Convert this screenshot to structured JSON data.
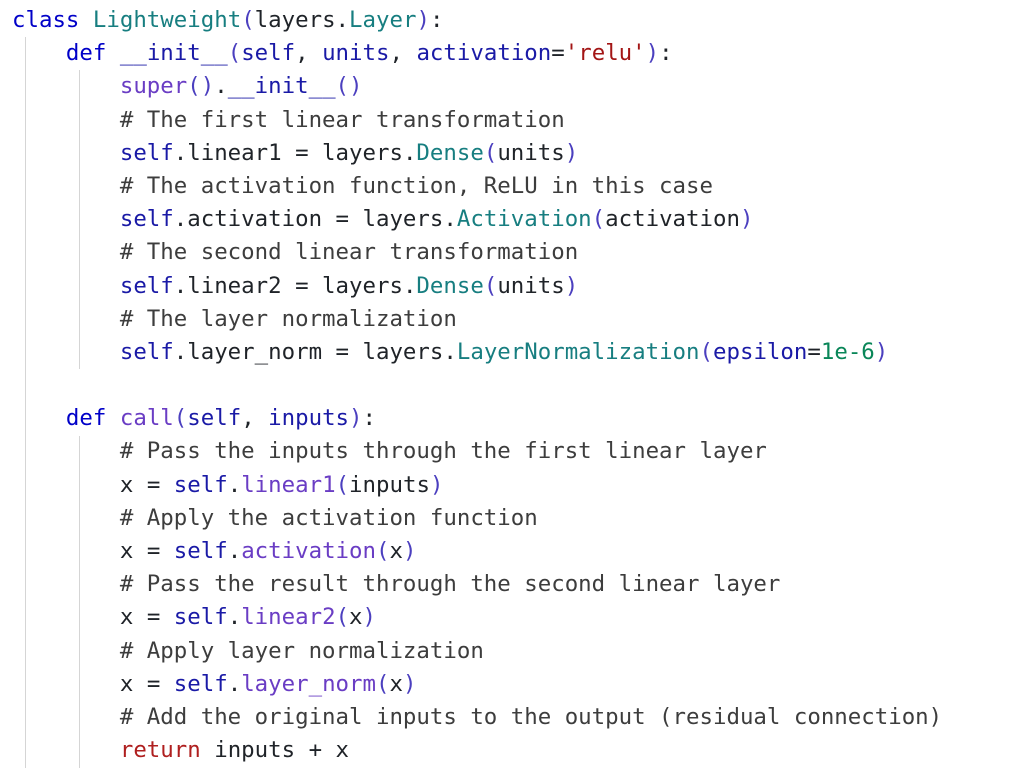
{
  "editor": {
    "indent_guide_color": "#d5d5d5",
    "lines": [
      {
        "indent": 0,
        "tokens": [
          [
            "keyword",
            "class"
          ],
          [
            "plain",
            " "
          ],
          [
            "class",
            "Lightweight"
          ],
          [
            "paren",
            "("
          ],
          [
            "plain",
            "layers."
          ],
          [
            "class",
            "Layer"
          ],
          [
            "paren",
            ")"
          ],
          [
            "plain",
            ":"
          ]
        ]
      },
      {
        "indent": 1,
        "tokens": [
          [
            "keyword",
            "def"
          ],
          [
            "plain",
            " "
          ],
          [
            "dunder",
            "__init__"
          ],
          [
            "paren",
            "("
          ],
          [
            "param",
            "self"
          ],
          [
            "plain",
            ", "
          ],
          [
            "param",
            "units"
          ],
          [
            "plain",
            ", "
          ],
          [
            "param",
            "activation"
          ],
          [
            "op",
            "="
          ],
          [
            "string",
            "'relu'"
          ],
          [
            "paren",
            ")"
          ],
          [
            "plain",
            ":"
          ]
        ]
      },
      {
        "indent": 2,
        "tokens": [
          [
            "func",
            "super"
          ],
          [
            "paren",
            "()"
          ],
          [
            "plain",
            "."
          ],
          [
            "dunder",
            "__init__"
          ],
          [
            "paren",
            "()"
          ]
        ]
      },
      {
        "indent": 2,
        "tokens": [
          [
            "comment",
            "# The first linear transformation"
          ]
        ]
      },
      {
        "indent": 2,
        "tokens": [
          [
            "param",
            "self"
          ],
          [
            "plain",
            ".linear1 "
          ],
          [
            "op",
            "="
          ],
          [
            "plain",
            " layers."
          ],
          [
            "class",
            "Dense"
          ],
          [
            "paren",
            "("
          ],
          [
            "plain",
            "units"
          ],
          [
            "paren",
            ")"
          ]
        ]
      },
      {
        "indent": 2,
        "tokens": [
          [
            "comment",
            "# The activation function, ReLU in this case"
          ]
        ]
      },
      {
        "indent": 2,
        "tokens": [
          [
            "param",
            "self"
          ],
          [
            "plain",
            ".activation "
          ],
          [
            "op",
            "="
          ],
          [
            "plain",
            " layers."
          ],
          [
            "class",
            "Activation"
          ],
          [
            "paren",
            "("
          ],
          [
            "plain",
            "activation"
          ],
          [
            "paren",
            ")"
          ]
        ]
      },
      {
        "indent": 2,
        "tokens": [
          [
            "comment",
            "# The second linear transformation"
          ]
        ]
      },
      {
        "indent": 2,
        "tokens": [
          [
            "param",
            "self"
          ],
          [
            "plain",
            ".linear2 "
          ],
          [
            "op",
            "="
          ],
          [
            "plain",
            " layers."
          ],
          [
            "class",
            "Dense"
          ],
          [
            "paren",
            "("
          ],
          [
            "plain",
            "units"
          ],
          [
            "paren",
            ")"
          ]
        ]
      },
      {
        "indent": 2,
        "tokens": [
          [
            "comment",
            "# The layer normalization"
          ]
        ]
      },
      {
        "indent": 2,
        "tokens": [
          [
            "param",
            "self"
          ],
          [
            "plain",
            ".layer_norm "
          ],
          [
            "op",
            "="
          ],
          [
            "plain",
            " layers."
          ],
          [
            "class",
            "LayerNormalization"
          ],
          [
            "paren",
            "("
          ],
          [
            "param",
            "epsilon"
          ],
          [
            "op",
            "="
          ],
          [
            "number",
            "1e-6"
          ],
          [
            "paren",
            ")"
          ]
        ]
      },
      {
        "indent": 0,
        "tokens": []
      },
      {
        "indent": 1,
        "tokens": [
          [
            "keyword",
            "def"
          ],
          [
            "plain",
            " "
          ],
          [
            "func",
            "call"
          ],
          [
            "paren",
            "("
          ],
          [
            "param",
            "self"
          ],
          [
            "plain",
            ", "
          ],
          [
            "param",
            "inputs"
          ],
          [
            "paren",
            ")"
          ],
          [
            "plain",
            ":"
          ]
        ]
      },
      {
        "indent": 2,
        "tokens": [
          [
            "comment",
            "# Pass the inputs through the first linear layer"
          ]
        ]
      },
      {
        "indent": 2,
        "tokens": [
          [
            "plain",
            "x "
          ],
          [
            "op",
            "="
          ],
          [
            "plain",
            " "
          ],
          [
            "param",
            "self"
          ],
          [
            "plain",
            "."
          ],
          [
            "func",
            "linear1"
          ],
          [
            "paren",
            "("
          ],
          [
            "plain",
            "inputs"
          ],
          [
            "paren",
            ")"
          ]
        ]
      },
      {
        "indent": 2,
        "tokens": [
          [
            "comment",
            "# Apply the activation function"
          ]
        ]
      },
      {
        "indent": 2,
        "tokens": [
          [
            "plain",
            "x "
          ],
          [
            "op",
            "="
          ],
          [
            "plain",
            " "
          ],
          [
            "param",
            "self"
          ],
          [
            "plain",
            "."
          ],
          [
            "func",
            "activation"
          ],
          [
            "paren",
            "("
          ],
          [
            "plain",
            "x"
          ],
          [
            "paren",
            ")"
          ]
        ]
      },
      {
        "indent": 2,
        "tokens": [
          [
            "comment",
            "# Pass the result through the second linear layer"
          ]
        ]
      },
      {
        "indent": 2,
        "tokens": [
          [
            "plain",
            "x "
          ],
          [
            "op",
            "="
          ],
          [
            "plain",
            " "
          ],
          [
            "param",
            "self"
          ],
          [
            "plain",
            "."
          ],
          [
            "func",
            "linear2"
          ],
          [
            "paren",
            "("
          ],
          [
            "plain",
            "x"
          ],
          [
            "paren",
            ")"
          ]
        ]
      },
      {
        "indent": 2,
        "tokens": [
          [
            "comment",
            "# Apply layer normalization"
          ]
        ]
      },
      {
        "indent": 2,
        "tokens": [
          [
            "plain",
            "x "
          ],
          [
            "op",
            "="
          ],
          [
            "plain",
            " "
          ],
          [
            "param",
            "self"
          ],
          [
            "plain",
            "."
          ],
          [
            "func",
            "layer_norm"
          ],
          [
            "paren",
            "("
          ],
          [
            "plain",
            "x"
          ],
          [
            "paren",
            ")"
          ]
        ]
      },
      {
        "indent": 2,
        "tokens": [
          [
            "comment",
            "# Add the original inputs to the output (residual connection)"
          ]
        ]
      },
      {
        "indent": 2,
        "tokens": [
          [
            "control",
            "return"
          ],
          [
            "plain",
            " inputs "
          ],
          [
            "op",
            "+"
          ],
          [
            "plain",
            " x"
          ]
        ]
      }
    ]
  }
}
